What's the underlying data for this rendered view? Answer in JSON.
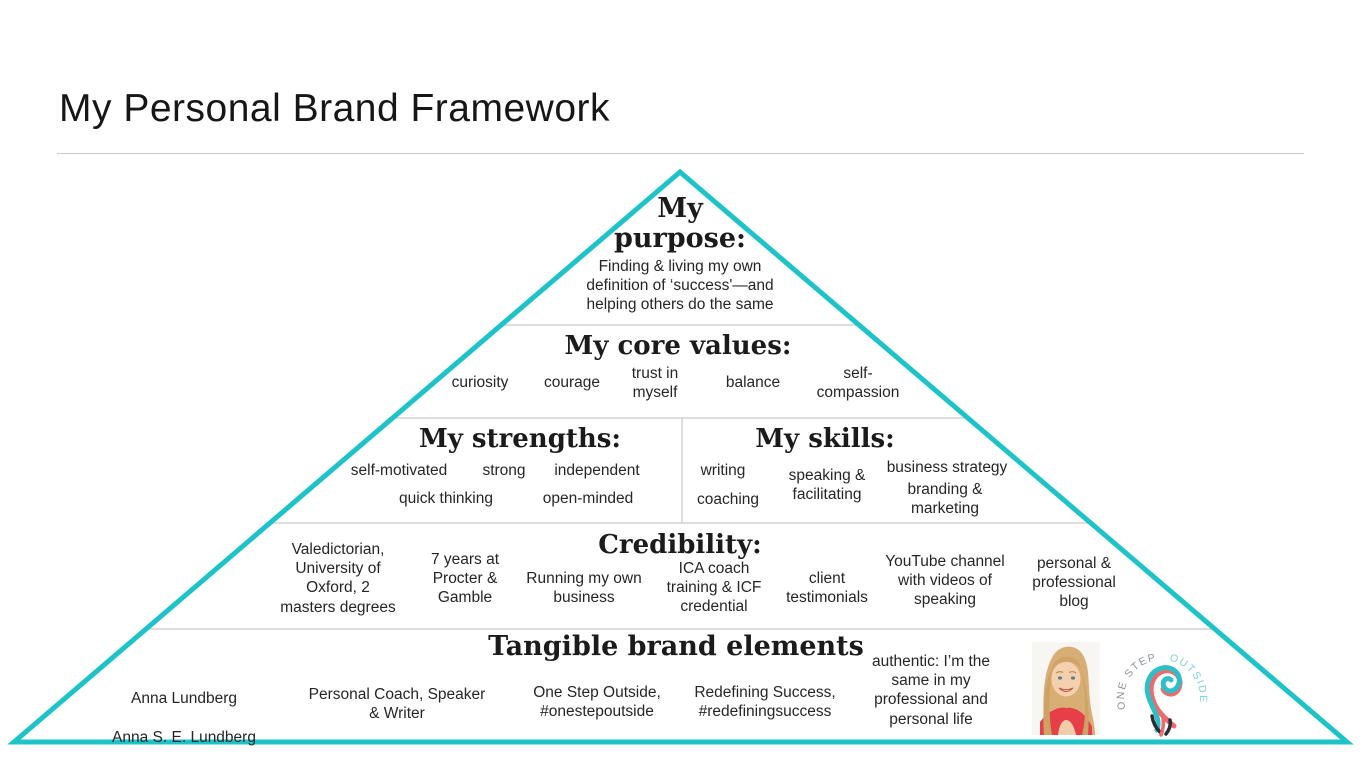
{
  "slide": {
    "title": "My Personal Brand Framework"
  },
  "colors": {
    "accent_teal": "#1ec3c8",
    "divider_gray": "#c9c9c9",
    "logo_coral": "#ef6a6d",
    "logo_gray": "#8d939b"
  },
  "pyramid": {
    "purpose": {
      "label_line1": "My",
      "label_line2": "purpose:",
      "description": "Finding & living my own\ndefinition of ‘success'—and\nhelping others do the same"
    },
    "core_values": {
      "label": "My core values:",
      "items": [
        "curiosity",
        "courage",
        "trust in\nmyself",
        "balance",
        "self-\ncompassion"
      ]
    },
    "strengths": {
      "label": "My strengths:",
      "items": [
        "self-motivated",
        "strong",
        "independent",
        "quick thinking",
        "open-minded"
      ]
    },
    "skills": {
      "label": "My skills:",
      "items": [
        "writing",
        "coaching",
        "speaking &\nfacilitating",
        "business strategy",
        "branding &\nmarketing"
      ]
    },
    "credibility": {
      "label": "Credibility:",
      "items": [
        "Valedictorian,\nUniversity of\nOxford, 2\nmasters degrees",
        "7 years at\nProcter &\nGamble",
        "Running my own\nbusiness",
        "ICA coach\ntraining & ICF\ncredential",
        "client\ntestimonials",
        "YouTube channel\nwith videos of\nspeaking",
        "personal &\nprofessional\nblog"
      ]
    },
    "tangible": {
      "label": "Tangible brand elements",
      "name_line1": "Anna Lundberg",
      "name_line2": "Anna S. E. Lundberg",
      "items": [
        "Personal Coach, Speaker\n& Writer",
        "One Step Outside,\n#onestepoutside",
        "Redefining Success,\n#redefiningsuccess",
        "authentic: I’m the\nsame in my\nprofessional and\npersonal life"
      ],
      "logo_text_top": "ONE STEP",
      "logo_text_bottom": "OUTSIDE"
    }
  }
}
